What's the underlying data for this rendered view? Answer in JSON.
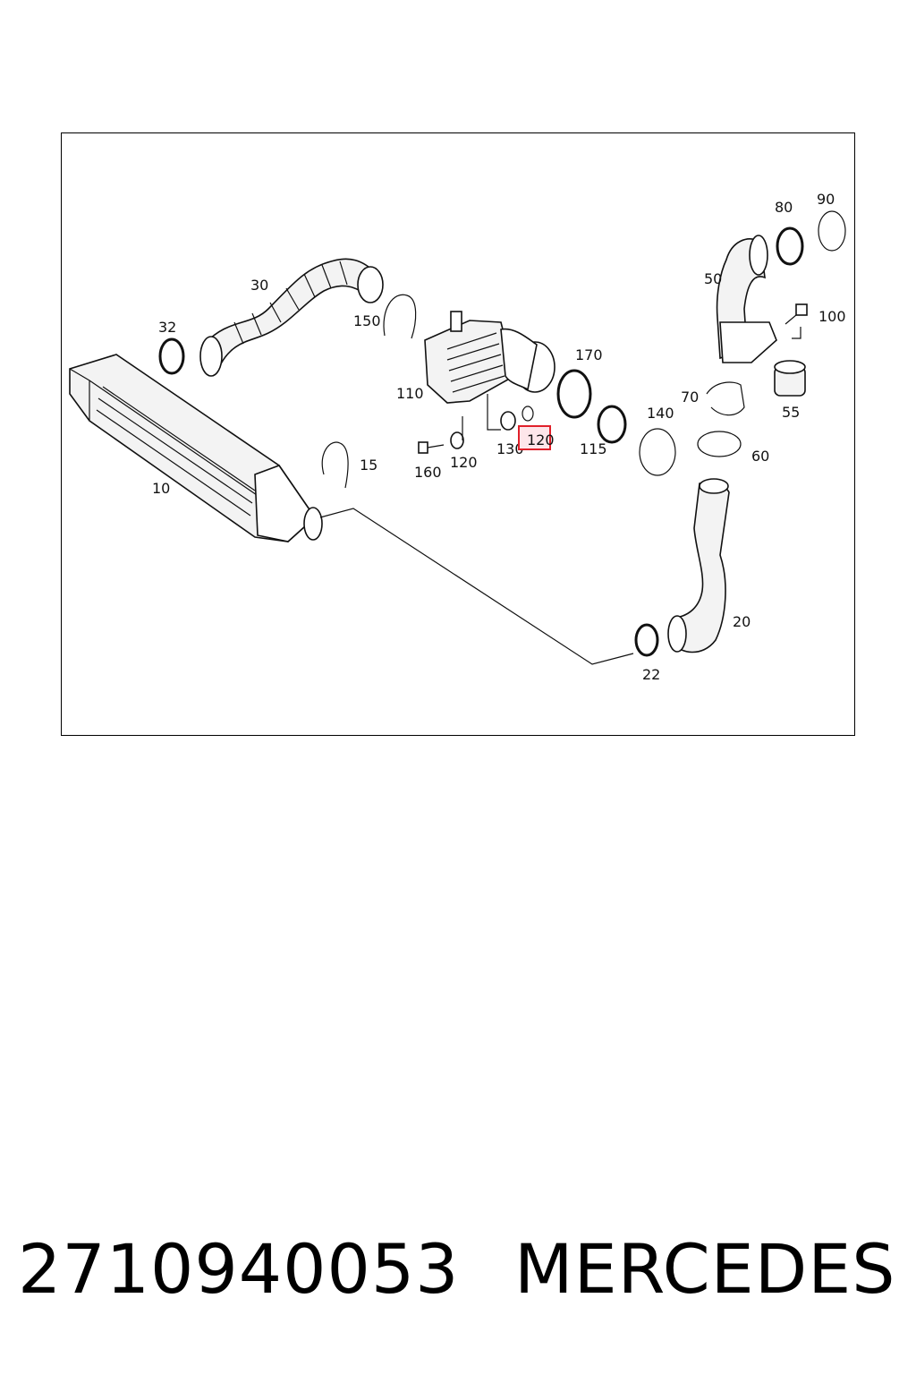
{
  "diagram": {
    "labels": [
      "30",
      "32",
      "150",
      "110",
      "170",
      "80",
      "90",
      "50",
      "100",
      "70",
      "55",
      "10",
      "15",
      "160",
      "120",
      "130",
      "120",
      "115",
      "140",
      "60",
      "20",
      "22"
    ],
    "highlighted_label": "120",
    "highlight_color": "#e0202a"
  },
  "footer": {
    "part_number": "2710940053",
    "brand": "MERCEDES"
  }
}
